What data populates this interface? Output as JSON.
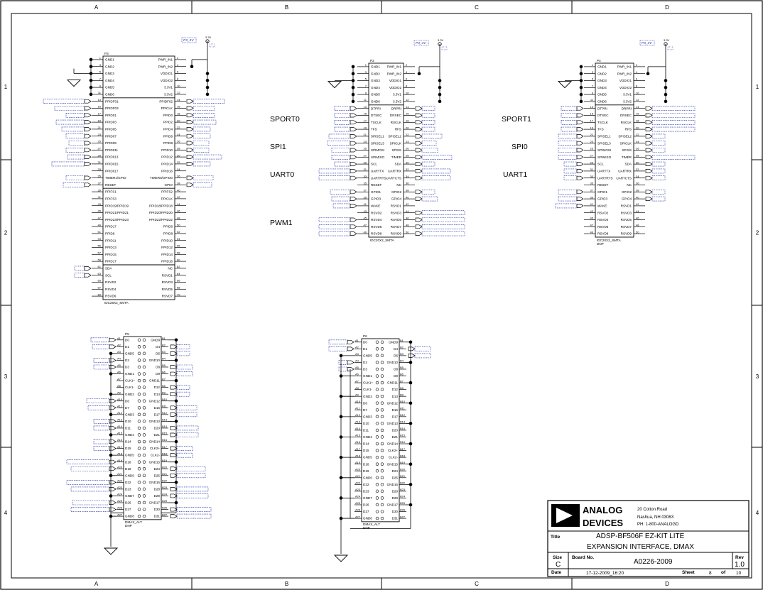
{
  "frame": {
    "columns": [
      "A",
      "B",
      "C",
      "D"
    ],
    "rows": [
      "1",
      "2",
      "3",
      "4"
    ]
  },
  "power": {
    "label": "3.3V",
    "net": "P3_3V"
  },
  "connectors": {
    "p3": {
      "ref": "P3",
      "part": "IDC26X2_SMTA",
      "power_rows": [
        [
          "GND1",
          "PWR_IN1"
        ],
        [
          "GND2",
          "PWR_IN2"
        ],
        [
          "GND3",
          "VDDIO1"
        ],
        [
          "GND4",
          "VDDIO2"
        ],
        [
          "GND5",
          "3.3V1"
        ],
        [
          "GND6",
          "3.3V2"
        ]
      ],
      "ppi_rows": [
        [
          "PPIDF01",
          "PPIDF02"
        ],
        [
          "PPIDF03",
          "PPICLK"
        ],
        [
          "PPID01",
          "PPID0"
        ],
        [
          "PPID03",
          "PPID2"
        ],
        [
          "PPID05",
          "PPID4"
        ],
        [
          "PPID07",
          "PPID6"
        ],
        [
          "PPID09",
          "PPID8"
        ],
        [
          "PPID011",
          "PPID10"
        ],
        [
          "PPID013",
          "PPID12"
        ],
        [
          "PPID015",
          "PPID14"
        ],
        [
          "PPID017",
          "PPID16"
        ],
        [
          "TIMER1/GPIO",
          "TIMER0/GPIO0"
        ],
        [
          "RESET",
          "GPIO"
        ]
      ],
      "ppi2_rows": [
        [
          "PPIFS1",
          "PPIFS2"
        ],
        [
          "PPIFS3",
          "PPICLK"
        ],
        [
          "PPID19/PPID19",
          "PPID18/PPID18"
        ],
        [
          "PPID21/PPID21",
          "PPID20/PPID20"
        ],
        [
          "PPID23/PPID23",
          "PPID22/PPID22"
        ],
        [
          "PPID17",
          "PPID6"
        ],
        [
          "PPID9",
          "PPID8"
        ],
        [
          "PPID11",
          "PPID10"
        ],
        [
          "PPID13",
          "PPID12"
        ],
        [
          "PPID15",
          "PPID14"
        ],
        [
          "PPID17",
          "PPID16"
        ]
      ],
      "misc_rows": [
        [
          "SDA",
          "NC"
        ],
        [
          "SCL",
          "RSVD1"
        ],
        [
          "RSVD2",
          "RSVD3"
        ],
        [
          "RSVD4",
          "RSVD5"
        ],
        [
          "RSVD6",
          "RSVD7"
        ]
      ]
    },
    "p2": {
      "ref": "P2",
      "part": "IDC20X2_SMTA",
      "rows": [
        [
          "GND1",
          "PWR_IN1"
        ],
        [
          "GND2",
          "PWR_IN2"
        ],
        [
          "GND3",
          "VDDIO1"
        ],
        [
          "GND4",
          "VDDIO2"
        ],
        [
          "GND5",
          "3.3V1"
        ],
        [
          "GND6",
          "3.3V2"
        ],
        [
          "DTPRI",
          "DRPRI"
        ],
        [
          "DTSEC",
          "DRSEC"
        ],
        [
          "TSCLK",
          "RSCLK"
        ],
        [
          "TFS",
          "RFS"
        ],
        [
          "SPISEL1",
          "SPISEL2"
        ],
        [
          "SPISEL3",
          "SPICLK"
        ],
        [
          "SPIMOSI",
          "SPISS"
        ],
        [
          "SPIMISO",
          "TIMER"
        ],
        [
          "SCL",
          "SDA"
        ],
        [
          "UARTTX",
          "UARTRX"
        ],
        [
          "UARTRTS",
          "UARTCTS"
        ],
        [
          "RESET",
          "NC"
        ],
        [
          "GPIO1",
          "GPIO2"
        ],
        [
          "GPIO3",
          "GPIO4"
        ],
        [
          "WAKE",
          "RSVD1"
        ],
        [
          "RSVD2",
          "RSVD3"
        ],
        [
          "RSVD4",
          "RSVD5"
        ],
        [
          "RSVD6",
          "RSVD7"
        ],
        [
          "RSVD8",
          "RSVD9"
        ]
      ]
    },
    "p4": {
      "ref": "P4",
      "part": "IDC20X2_SMTA",
      "dnp": "DNP",
      "rows": [
        [
          "GND1",
          "PWR_IN1"
        ],
        [
          "GND2",
          "PWR_IN2"
        ],
        [
          "GND3",
          "VDDIO1"
        ],
        [
          "GND4",
          "VDDIO2"
        ],
        [
          "GND5",
          "3.3V1"
        ],
        [
          "GND6",
          "3.3V2"
        ],
        [
          "DTPRI",
          "DRPRI"
        ],
        [
          "DTSEC",
          "DRSEC"
        ],
        [
          "TSCLK",
          "RSCLK"
        ],
        [
          "TFS",
          "RFS"
        ],
        [
          "SPISEL1",
          "SPISEL2"
        ],
        [
          "SPISEL3",
          "SPICLK"
        ],
        [
          "SPIMOSI",
          "SPISS"
        ],
        [
          "SPIMISO",
          "TIMER"
        ],
        [
          "SCL",
          "SDA"
        ],
        [
          "UARTTX",
          "UARTRX"
        ],
        [
          "UARTRTS",
          "UARTCTS"
        ],
        [
          "RESET",
          "NC"
        ],
        [
          "GPIO1",
          "GPIO2"
        ],
        [
          "GPIO3",
          "GPIO4"
        ],
        [
          "WAKE",
          "RSVD1"
        ],
        [
          "RSVD2",
          "RSVD3"
        ],
        [
          "RSVD4",
          "RSVD5"
        ],
        [
          "RSVD6",
          "RSVD7"
        ],
        [
          "RSVD8",
          "RSVD9"
        ]
      ]
    },
    "p5": {
      "ref": "P5",
      "part": "DMAX_ALT",
      "dnp": "DNP",
      "left_pins": [
        "A1",
        "A2",
        "A3",
        "A4",
        "A5",
        "A6",
        "A7",
        "A8",
        "A9",
        "A10",
        "A11",
        "A12",
        "A13",
        "A14",
        "A15",
        "A16",
        "A17",
        "A18",
        "A19",
        "A20",
        "A21",
        "A22",
        "A23",
        "A24",
        "A25",
        "A26",
        "A27"
      ],
      "left_labels": [
        "D0",
        "D1",
        "GND5",
        "D2",
        "D3",
        "GND1",
        "CLK1+",
        "CLK1-",
        "GND2",
        "D6",
        "D7",
        "GND3",
        "D10",
        "D11",
        "GND4",
        "D14",
        "D15",
        "GND5",
        "D18",
        "D19",
        "GND6",
        "D22",
        "D23",
        "GND7",
        "D26",
        "D27",
        "GND8"
      ],
      "right_labels": [
        "GND9",
        "D4",
        "D5",
        "GND10",
        "D8",
        "D9",
        "GND11",
        "D12",
        "D13",
        "GND12",
        "D16",
        "D17",
        "GND13",
        "D20",
        "D21",
        "GND14",
        "CLK2+",
        "CLK2-",
        "GND15",
        "D24",
        "D25",
        "GND16",
        "D28",
        "D29",
        "GND17",
        "D30",
        "D31"
      ],
      "right_pins": [
        "B1",
        "B2",
        "B3",
        "B4",
        "B5",
        "B6",
        "B7",
        "B8",
        "B9",
        "B10",
        "B11",
        "B12",
        "B13",
        "B14",
        "B15",
        "B16",
        "B17",
        "B18",
        "B19",
        "B20",
        "B21",
        "B22",
        "B23",
        "B24",
        "B25",
        "B26",
        "B27"
      ]
    },
    "p6": {
      "ref": "P6",
      "part": "DMAX_ALT",
      "dnp": "DNP",
      "left_pins": [
        "A1",
        "A2",
        "A3",
        "A4",
        "A5",
        "A6",
        "A7",
        "A8",
        "A9",
        "A10",
        "A11",
        "A12",
        "A13",
        "A14",
        "A15",
        "A16",
        "A17",
        "A18",
        "A19",
        "A20",
        "A21",
        "A22",
        "A23",
        "A24",
        "A25",
        "A26",
        "A27"
      ],
      "left_labels": [
        "D0",
        "D1",
        "GND5",
        "D2",
        "D3",
        "GND1",
        "CLK1+",
        "CLK1-",
        "GND2",
        "D6",
        "D7",
        "GND3",
        "D10",
        "D11",
        "GND4",
        "D14",
        "D15",
        "GND5",
        "D18",
        "D19",
        "GND6",
        "D22",
        "D23",
        "GND7",
        "D26",
        "D27",
        "GND8"
      ],
      "right_labels": [
        "GND9",
        "D4",
        "D5",
        "GND10",
        "D8",
        "D9",
        "GND11",
        "D12",
        "D13",
        "GND12",
        "D16",
        "D17",
        "GND13",
        "D20",
        "D21",
        "GND14",
        "CLK2+",
        "CLK2-",
        "GND15",
        "D24",
        "D25",
        "GND16",
        "D28",
        "D29",
        "GND17",
        "D30",
        "D31"
      ],
      "right_pins": [
        "B1",
        "B2",
        "B3",
        "B4",
        "B5",
        "B6",
        "B7",
        "B8",
        "B9",
        "B10",
        "B11",
        "B12",
        "B13",
        "B14",
        "B15",
        "B16",
        "B17",
        "B18",
        "B19",
        "B20",
        "B21",
        "B22",
        "B23",
        "B24",
        "B25",
        "B26",
        "B27"
      ]
    }
  },
  "interface_labels": {
    "sport0": "SPORT0",
    "spi1": "SPI1",
    "uart0": "UART0",
    "pwm1": "PWM1",
    "sport1": "SPORT1",
    "spi0": "SPI0",
    "uart1": "UART1"
  },
  "title_block": {
    "company_line1": "ANALOG",
    "company_line2": "DEVICES",
    "address1": "20 Cotton Road",
    "address2": "Nashua, NH 03063",
    "phone": "PH: 1-800-ANALOGD",
    "title_label": "Title",
    "title1": "ADSP-BF506F EZ-KIT LITE",
    "title2": "EXPANSION INTERFACE, DMAX",
    "size_label": "Size",
    "size": "C",
    "board_label": "Board No.",
    "board_no": "A0226-2009",
    "rev_label": "Rev",
    "rev": "1.0",
    "date_label": "Date",
    "date": "17-12-2009_16:20",
    "sheet_label": "Sheet",
    "sheet": "8",
    "of_label": "of",
    "total": "10"
  }
}
